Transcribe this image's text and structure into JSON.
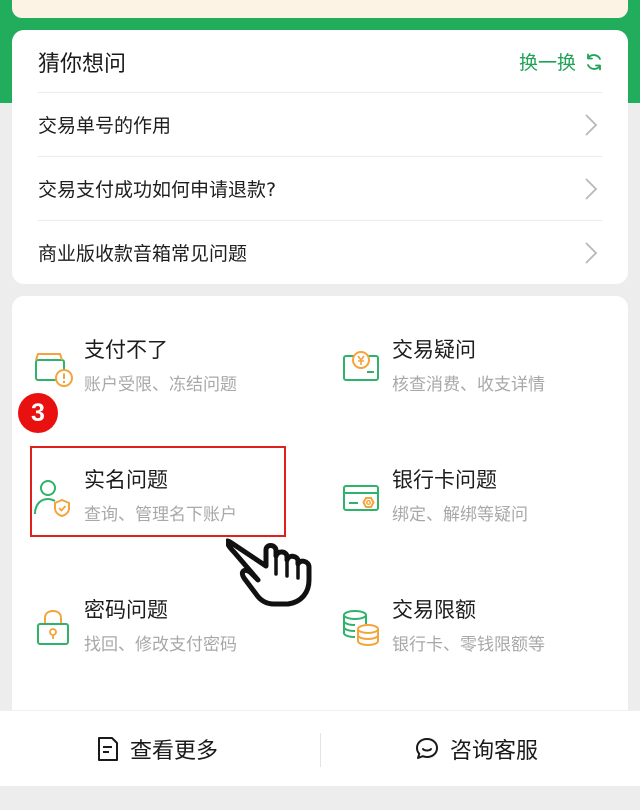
{
  "faq": {
    "title": "猜你想问",
    "refresh_label": "换一换",
    "questions": [
      "交易单号的作用",
      "交易支付成功如何申请退款?",
      "商业版收款音箱常见问题"
    ]
  },
  "categories": [
    {
      "title": "支付不了",
      "subtitle": "账户受限、冻结问题",
      "icon": "wallet-alert-icon"
    },
    {
      "title": "交易疑问",
      "subtitle": "核查消费、收支详情",
      "icon": "receipt-yen-icon"
    },
    {
      "title": "实名问题",
      "subtitle": "查询、管理名下账户",
      "icon": "user-shield-icon"
    },
    {
      "title": "银行卡问题",
      "subtitle": "绑定、解绑等疑问",
      "icon": "bank-card-icon"
    },
    {
      "title": "密码问题",
      "subtitle": "找回、修改支付密码",
      "icon": "lock-icon"
    },
    {
      "title": "交易限额",
      "subtitle": "银行卡、零钱限额等",
      "icon": "coin-stack-icon"
    }
  ],
  "annotation": {
    "step_number": "3"
  },
  "bottom": {
    "more_label": "查看更多",
    "service_label": "咨询客服"
  },
  "colors": {
    "brand_green": "#22ad5c",
    "icon_green": "#2fb36b",
    "icon_orange": "#f4a43a",
    "highlight_red": "#e0201f"
  }
}
